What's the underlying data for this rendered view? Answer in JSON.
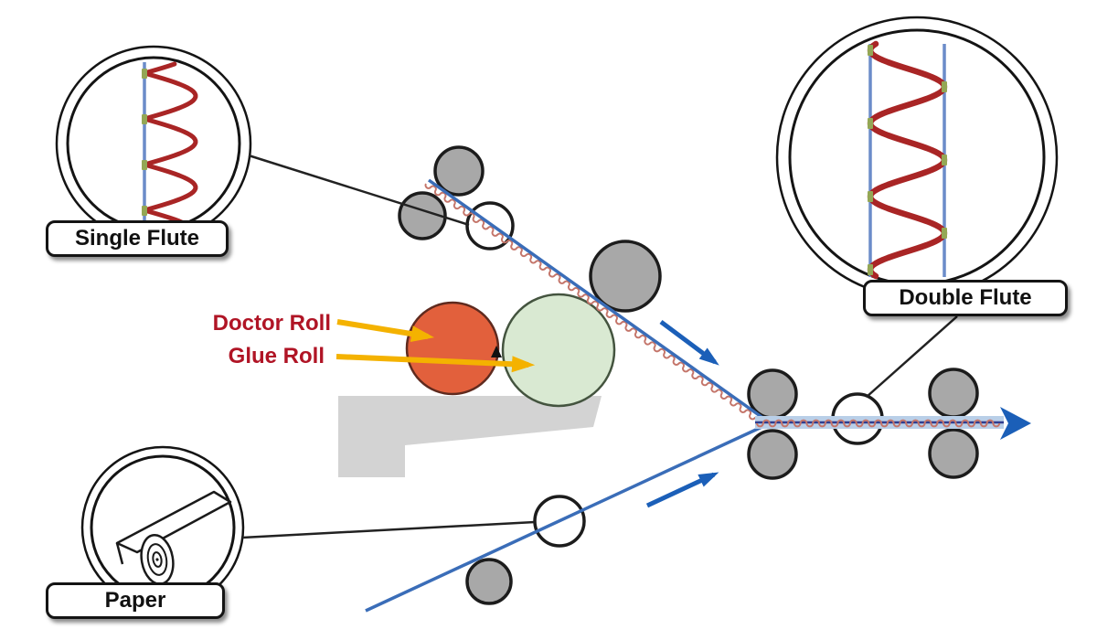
{
  "labels": {
    "single_flute": "Single Flute",
    "double_flute": "Double Flute",
    "paper": "Paper",
    "doctor_roll": "Doctor Roll",
    "glue_roll": "Glue Roll"
  },
  "colors": {
    "doctor_roll_fill": "#e2603c",
    "doctor_roll_stroke": "#5f2a1e",
    "glue_roll_fill": "#d9e9d2",
    "glue_roll_stroke": "#44543f",
    "annotation_text_red": "#b01425",
    "annotation_arrow_yellow": "#f4b200",
    "web_line_blue": "#3a6db8",
    "liner_line_blue": "#6b8cc9",
    "flute_wave_red": "#a92525",
    "corrugation_red": "#c4756a",
    "roller_gray": "#a8a8a8",
    "roller_stroke": "#1c1c1c",
    "band_fill_blue": "#b9cfe8",
    "band_core_navy": "#2f3d8f",
    "direction_arrow_blue": "#1b5fb8",
    "glue_pan_gray": "#d3d3d3",
    "flute_tick_olive": "#94a755",
    "leader_black": "#222222"
  }
}
